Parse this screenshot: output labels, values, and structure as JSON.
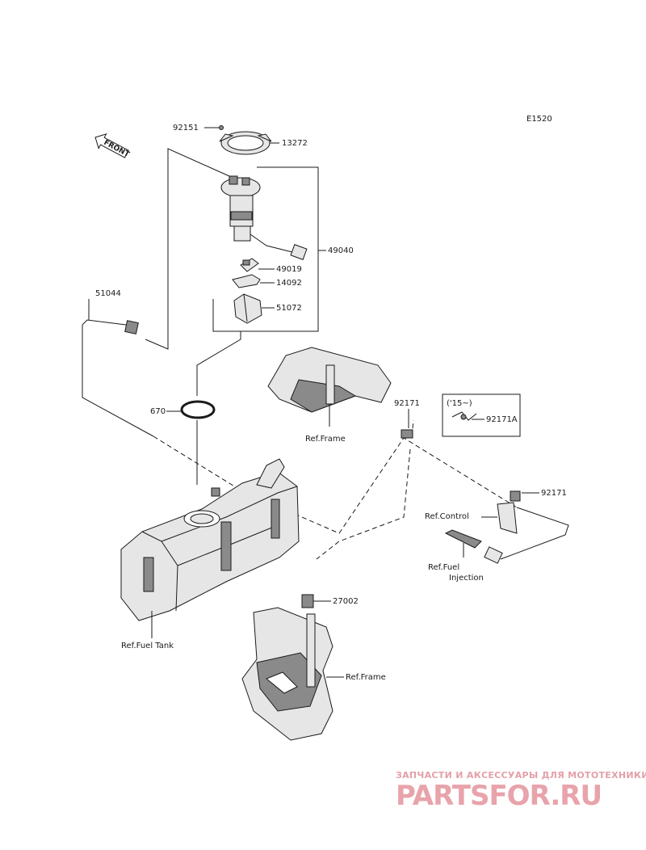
{
  "diagram": {
    "code": "E1520",
    "front_label": "FRONT",
    "callouts": {
      "p92151": "92151",
      "p13272": "13272",
      "p49040": "49040",
      "p49019": "49019",
      "p14092": "14092",
      "p51072": "51072",
      "p51044": "51044",
      "p670": "670",
      "p92171a": "92171",
      "p92171b": "92171",
      "p92171A": "92171A",
      "p27002": "27002",
      "variant": "('15~)"
    },
    "refs": {
      "frame_top": "Ref.Frame",
      "control": "Ref.Control",
      "fuel_injection_1": "Ref.Fuel",
      "fuel_injection_2": "Injection",
      "fuel_tank": "Ref.Fuel Tank",
      "frame_bottom": "Ref.Frame"
    }
  },
  "watermark": {
    "tagline": "ЗАПЧАСТИ И АКСЕССУАРЫ ДЛЯ МОТОТЕХНИКИ",
    "logo_text": "PARTSFOR.RU"
  }
}
